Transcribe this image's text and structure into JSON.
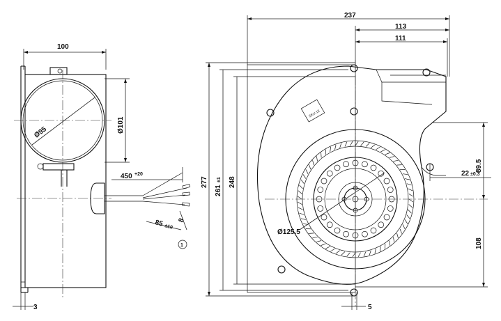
{
  "dims": {
    "d237": "237",
    "d113": "113",
    "d111": "111",
    "d100": "100",
    "d277": "277",
    "d261": "261",
    "d261_tol": "±1",
    "d248": "248",
    "d89_5": "89.5",
    "d108": "108",
    "d22": "22",
    "d22_tol": "±0.3",
    "d101": "Ø101",
    "d95": "Ø95",
    "d125_5": "Ø125.5",
    "d450": "450",
    "d450_tol": "+20",
    "d85": "85",
    "d85_tol": "±10",
    "d8": "8",
    "d3": "3",
    "d5": "5",
    "note1": "1"
  },
  "label_box": "SKU 12"
}
